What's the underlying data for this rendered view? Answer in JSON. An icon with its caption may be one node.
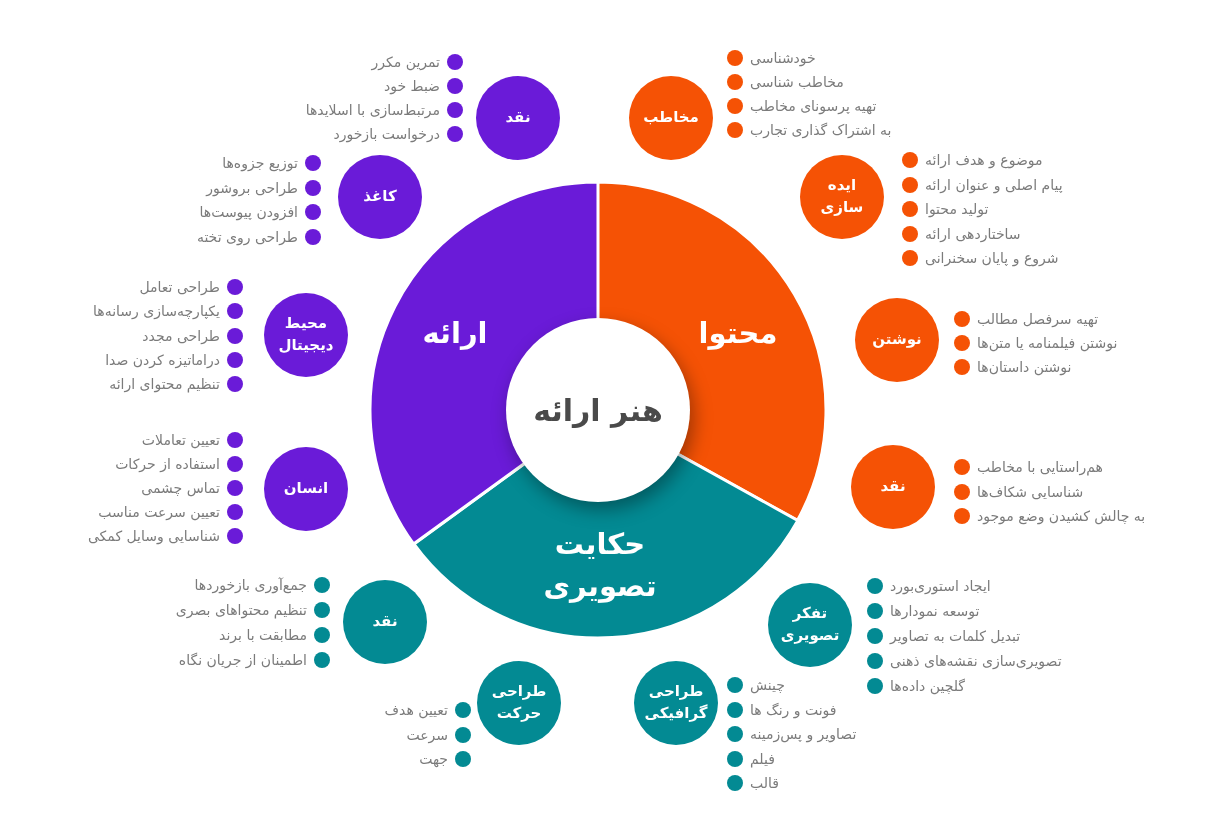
{
  "diagram": {
    "nodes": [
      {
        "text": [
          "هنر ارائه"
        ]
      },
      {
        "text": [
          "محتوا"
        ]
      },
      {
        "text": [
          "حکایت تصویری"
        ]
      },
      {
        "text": [
          "ارائه"
        ]
      },
      {
        "text": [
          "مخاطب"
        ],
        "beside": [
          "خودشناسی",
          "مخاطب شناسی",
          "تهیه پرسونای مخاطب",
          "به اشتراک گذاری تجارب"
        ]
      },
      {
        "text": [
          "ایده سازی"
        ],
        "beside": [
          "موضوع و هدف ارائه",
          "پیام اصلی و عنوان ارائه",
          "تولید محتوا",
          "ساختاردهی ارائه",
          "شروع و پایان سخنرانی"
        ]
      },
      {
        "text": [
          "نوشتن"
        ],
        "beside": [
          "تهیه سرفصل مطالب",
          "نوشتن فیلمنامه یا متن‌ها",
          "نوشتن داستان‌ها"
        ]
      },
      {
        "text": [
          "نقد"
        ],
        "beside": [
          "هم‌راستایی با مخاطب",
          "شناسایی شکاف‌ها",
          "به چالش کشیدن وضع موجود"
        ]
      },
      {
        "text": [
          "تفکر تصویری"
        ],
        "beside": [
          "ایجاد استوری‌بورد",
          "توسعه نمودارها",
          "تبدیل کلمات به تصاویر",
          "تصویری‌سازی نقشه‌های ذهنی",
          "گلچین داده‌ها"
        ]
      },
      {
        "text": [
          "طراحی گرافیکی"
        ],
        "beside": [
          "چینش",
          "فونت و رنگ ها",
          "تصاویر و پس‌زمینه",
          "فیلم",
          "قالب"
        ]
      },
      {
        "text": [
          "طراحی حرکت"
        ],
        "beside": [
          "تعیین هدف",
          "سرعت",
          "جهت"
        ]
      },
      {
        "text": [
          "نقد"
        ],
        "beside": [
          "جمع‌آوری بازخوردها",
          "تنظیم محتواهای بصری",
          "مطابقت با برند",
          "اطمینان از جریان نگاه"
        ]
      },
      {
        "text": [
          "انسان"
        ],
        "beside": [
          "تعیین تعاملات",
          "استفاده از حرکات",
          "تماس چشمی",
          "تعیین سرعت مناسب",
          "شناسایی وسایل کمکی"
        ]
      },
      {
        "text": [
          "محیط دیجیتال"
        ],
        "beside": [
          "طراحی تعامل",
          "یکپارچه‌سازی رسانه‌ها",
          "طراحی مجدد",
          "دراماتیزه کردن صدا",
          "تنظیم محتوای ارائه"
        ]
      },
      {
        "text": [
          "کاغذ"
        ],
        "beside": [
          "توزیع جزوه‌ها",
          "طراحی بروشور",
          "افزودن پیوست‌ها",
          "طراحی روی تخته"
        ]
      },
      {
        "text": [
          "نقد"
        ],
        "beside": [
          "تمرین مکرر",
          "ضبط خود",
          "مرتبط‌سازی با اسلایدها",
          "درخواست بازخورد"
        ]
      }
    ]
  }
}
